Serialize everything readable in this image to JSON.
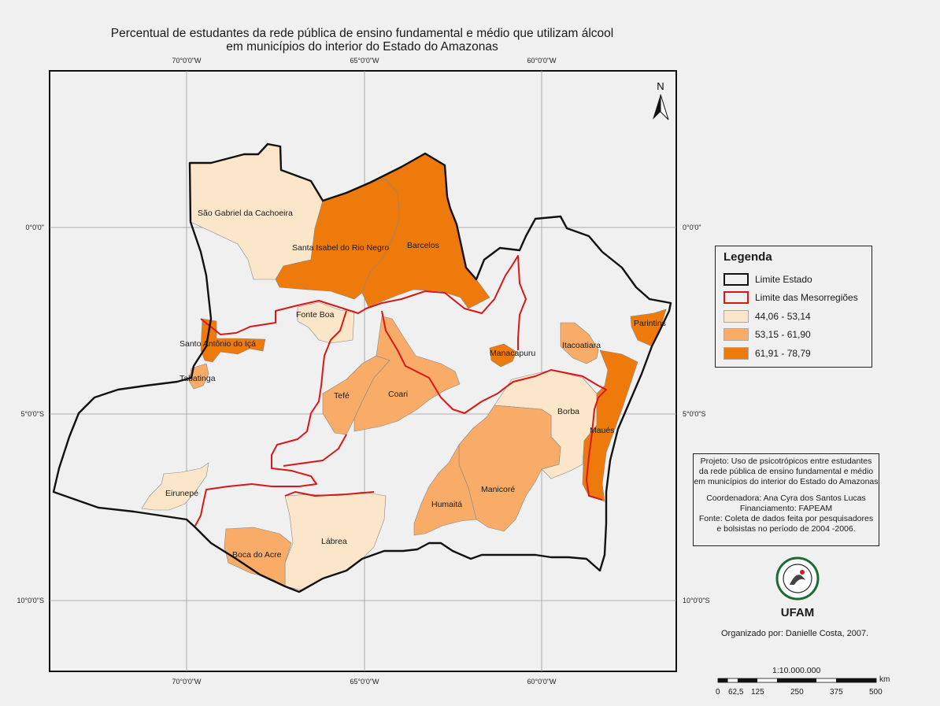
{
  "title": {
    "line1": "Percentual de estudantes da rede pública de ensino fundamental e médio que utilizam álcool",
    "line2": "em municípios do interior do Estado do Amazonas"
  },
  "graticule": {
    "lon_labels": [
      "70°0'0\"W",
      "65°0'0\"W",
      "60°0'0\"W"
    ],
    "lat_labels": [
      "0°0'0\"",
      "5°0'0\"S",
      "10°0'0\"S"
    ]
  },
  "north_arrow": "N",
  "colors": {
    "class1": "#fbe6c9",
    "class2": "#f9ac67",
    "class3": "#ef7a0c",
    "state_border": "#111111",
    "meso_border": "#d81818",
    "background": "#f0f0f0"
  },
  "municipalities": [
    {
      "name": "São Gabriel da Cachoeira",
      "class": "44,06 - 53,14"
    },
    {
      "name": "Santa Isabel do Rio Negro",
      "class": "61,91 - 78,79"
    },
    {
      "name": "Barcelos",
      "class": "61,91 - 78,79"
    },
    {
      "name": "Fonte Boa",
      "class": "44,06 - 53,14"
    },
    {
      "name": "Santo Antônio do Içá",
      "class": "61,91 - 78,79"
    },
    {
      "name": "Tabatinga",
      "class": "53,15 - 61,90"
    },
    {
      "name": "Tefé",
      "class": "53,15 - 61,90"
    },
    {
      "name": "Coari",
      "class": "53,15 - 61,90"
    },
    {
      "name": "Manacapuru",
      "class": "61,91 - 78,79"
    },
    {
      "name": "Itacoatiara",
      "class": "53,15 - 61,90"
    },
    {
      "name": "Parintins",
      "class": "61,91 - 78,79"
    },
    {
      "name": "Borba",
      "class": "44,06 - 53,14"
    },
    {
      "name": "Maués",
      "class": "61,91 - 78,79"
    },
    {
      "name": "Manicoré",
      "class": "53,15 - 61,90"
    },
    {
      "name": "Humaitá",
      "class": "53,15 - 61,90"
    },
    {
      "name": "Eirunepé",
      "class": "44,06 - 53,14"
    },
    {
      "name": "Lábrea",
      "class": "44,06 - 53,14"
    },
    {
      "name": "Boca do Acre",
      "class": "53,15 - 61,90"
    }
  ],
  "legend": {
    "title": "Legenda",
    "items": [
      {
        "label": "Limite Estado",
        "kind": "state"
      },
      {
        "label": "Limite das Mesorregiões",
        "kind": "meso"
      },
      {
        "label": "44,06 - 53,14",
        "kind": "class1"
      },
      {
        "label": "53,15 - 61,90",
        "kind": "class2"
      },
      {
        "label": "61,91 - 78,79",
        "kind": "class3"
      }
    ]
  },
  "info": {
    "project_l1": "Projeto: Uso de psicotrópicos entre estudantes",
    "project_l2": "da rede pública de ensino fundamental e médio",
    "project_l3": "em municípios do interior do Estado do Amazonas",
    "coord": "Coordenadora: Ana Cyra dos Santos Lucas",
    "funding": "Financiamento: FAPEAM",
    "source_l1": "Fonte: Coleta de dados feita por pesquisadores",
    "source_l2": "e bolsistas no período de 2004 -2006."
  },
  "logo": {
    "text": "UFAM"
  },
  "organized": "Organizado por: Danielle Costa, 2007.",
  "scale": {
    "ratio": "1:10.000.000",
    "unit": "km",
    "ticks": [
      "0",
      "62,5",
      "125",
      "250",
      "375",
      "500"
    ]
  }
}
